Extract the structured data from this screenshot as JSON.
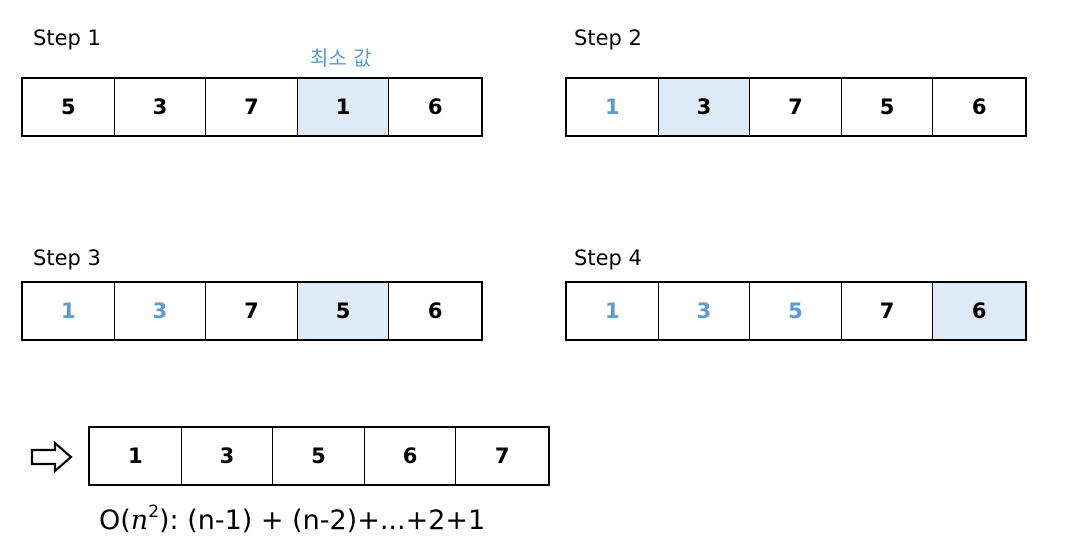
{
  "colors": {
    "highlight_bg": "#DEEAF6",
    "sorted_text": "#5B9BD5",
    "normal_text": "#000000",
    "note_text": "#5B9BD5"
  },
  "steps": [
    {
      "label": "Step 1",
      "note": "최소 값",
      "cells": [
        {
          "value": "5",
          "state": "normal"
        },
        {
          "value": "3",
          "state": "normal"
        },
        {
          "value": "7",
          "state": "normal"
        },
        {
          "value": "1",
          "state": "minimum"
        },
        {
          "value": "6",
          "state": "normal"
        }
      ]
    },
    {
      "label": "Step 2",
      "cells": [
        {
          "value": "1",
          "state": "sorted"
        },
        {
          "value": "3",
          "state": "minimum"
        },
        {
          "value": "7",
          "state": "normal"
        },
        {
          "value": "5",
          "state": "normal"
        },
        {
          "value": "6",
          "state": "normal"
        }
      ]
    },
    {
      "label": "Step 3",
      "cells": [
        {
          "value": "1",
          "state": "sorted"
        },
        {
          "value": "3",
          "state": "sorted"
        },
        {
          "value": "7",
          "state": "normal"
        },
        {
          "value": "5",
          "state": "minimum"
        },
        {
          "value": "6",
          "state": "normal"
        }
      ]
    },
    {
      "label": "Step 4",
      "cells": [
        {
          "value": "1",
          "state": "sorted"
        },
        {
          "value": "3",
          "state": "sorted"
        },
        {
          "value": "5",
          "state": "sorted"
        },
        {
          "value": "7",
          "state": "normal"
        },
        {
          "value": "6",
          "state": "minimum"
        }
      ]
    }
  ],
  "result": {
    "arrow_icon": "right-arrow-icon",
    "cells": [
      "1",
      "3",
      "5",
      "6",
      "7"
    ]
  },
  "complexity": {
    "prefix": "O(",
    "variable": "n",
    "exponent": "2",
    "suffix": "): (n-1)  +  (n-2)+...+2+1"
  }
}
